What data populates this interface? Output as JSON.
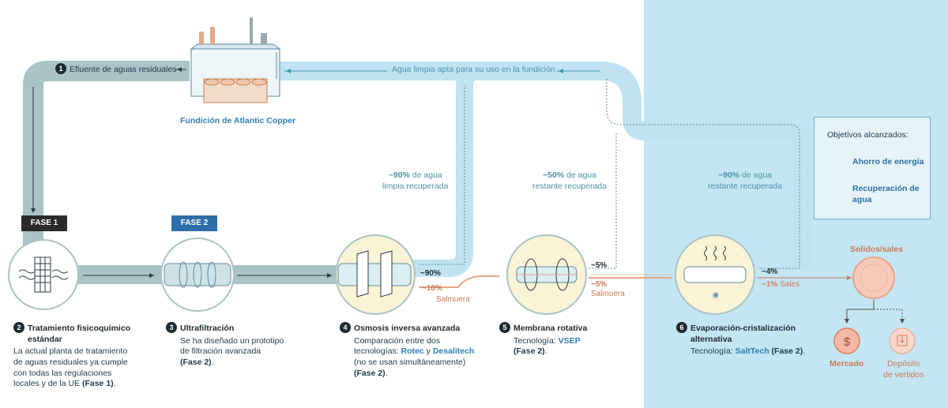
{
  "plant": {
    "name": "Fundición de Atlantic Copper"
  },
  "flows": {
    "effluent": "Efluente de aguas residuales",
    "clean_water": "Agua limpia apta para su uso en la fundición"
  },
  "recovery": [
    {
      "pct": "~90%",
      "line1": " de agua",
      "line2": "limpia recuperada"
    },
    {
      "pct": "~50%",
      "line1": " de agua",
      "line2": "restante recuperada"
    },
    {
      "pct": "~90%",
      "line1": " de agua",
      "line2": "restante recuperada"
    }
  ],
  "phases": {
    "fase1": "FASE 1",
    "fase2": "FASE 2"
  },
  "outputs": {
    "ro_water": "~90%",
    "ro_brine": "~10%",
    "ro_brine_label": "Salmuera",
    "vsep_water": "~5%",
    "vsep_brine": "~5%",
    "vsep_brine_label": "Salmuera",
    "evap_water": "~4%",
    "evap_salts": "~1%",
    "evap_salts_label": " Sales"
  },
  "solids": {
    "title": "Solidos/sales",
    "market": "Mercado",
    "landfill_1": "Depósito",
    "landfill_2": "de vertidos"
  },
  "steps": [
    {
      "num": "2",
      "title_1": "Tratamiento fisicoquímico",
      "title_2": "estándar",
      "desc_1": "La actual planta de tratamiento",
      "desc_2": "de aguas residuales ya cumple",
      "desc_3": "con todas las regulaciones",
      "desc_4": "locales y de la UE ",
      "desc_4b": "(Fase 1)",
      "desc_4c": "."
    },
    {
      "num": "3",
      "title_1": "Ultrafiltración",
      "desc_1": "Se ha diseñado un prototipo",
      "desc_2": "de filtración avanzada",
      "desc_3": "(Fase 2)",
      "desc_3b": "."
    },
    {
      "num": "4",
      "title_1": "Osmosis inversa avanzada",
      "desc_1": "Comparación entre dos",
      "desc_2a": "tecnologías: ",
      "desc_2b": "Rotec",
      "desc_2c": " y ",
      "desc_2d": "Desalitech",
      "desc_3": "(no se usan simultáneamente)",
      "desc_4": "(Fase 2)",
      "desc_4b": "."
    },
    {
      "num": "5",
      "title_1": "Membrana rotativa",
      "desc_1a": "Tecnología: ",
      "desc_1b": "VSEP",
      "desc_2": "(Fase 2)",
      "desc_2b": "."
    },
    {
      "num": "6",
      "title_1": "Evaporación-cristalización",
      "title_2": "alternativa",
      "desc_1a": "Tecnología: ",
      "desc_1b": "SaltTech",
      "desc_1c": " ",
      "desc_1d": "(Fase 2)",
      "desc_1e": "."
    }
  ],
  "goals": {
    "title": "Objetivos alcanzados:",
    "items": [
      {
        "label_1": "Ahorro de energía"
      },
      {
        "label_1": "Recuperación de",
        "label_2": "agua"
      }
    ]
  },
  "colors": {
    "dirty_pipe": "#a9c3c6",
    "clean_pipe": "#bfe3f2",
    "right_panel": "#c4e5f3",
    "brine": "#e6a688",
    "node_fill": "#fbf3d6"
  }
}
